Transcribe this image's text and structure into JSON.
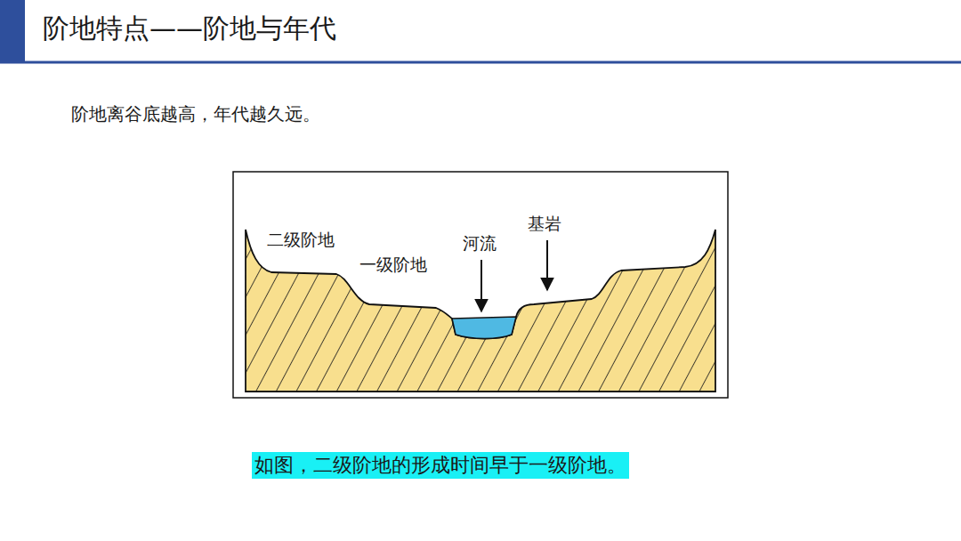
{
  "diagram": {
    "title": "阶地特点——阶地与年代",
    "caption": "如图，二级阶地的形成时间早于一级阶地。",
    "labels": [
      "阶地离谷底越高，年代越久远。",
      "二级阶地",
      "一级阶地",
      "河流",
      "基岩"
    ]
  }
}
